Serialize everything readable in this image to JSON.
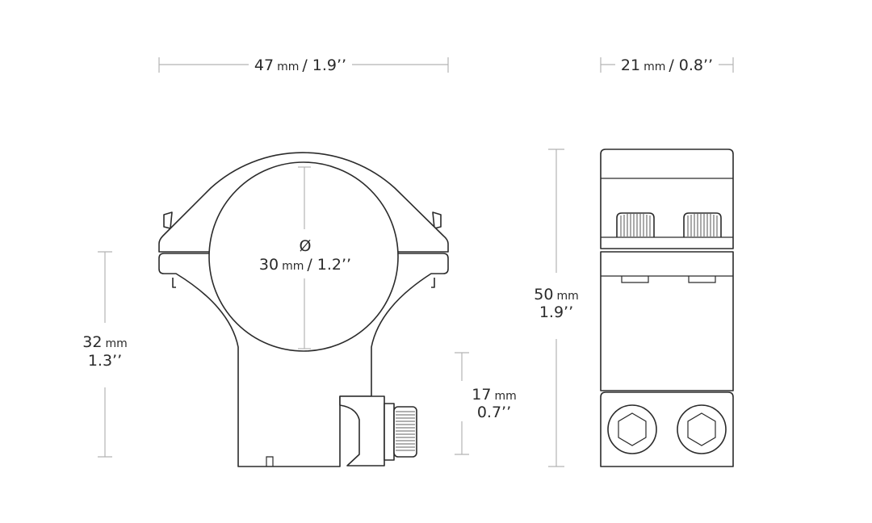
{
  "dimensions": {
    "front_width": {
      "value": "47",
      "unit": "mm",
      "imperial": "/ 1.9’’"
    },
    "side_width": {
      "value": "21",
      "unit": "mm",
      "imperial": "/ 0.8’’"
    },
    "ring_diameter": {
      "symbol": "Ø",
      "value": "30",
      "unit": "mm",
      "imperial": "/ 1.2’’"
    },
    "center_height": {
      "value": "32",
      "unit": "mm",
      "imperial": "1.3’’"
    },
    "base_height": {
      "value": "17",
      "unit": "mm",
      "imperial": "0.7’’"
    },
    "total_height": {
      "value": "50",
      "unit": "mm",
      "imperial": "1.9’’"
    }
  },
  "colors": {
    "outline": "#2b2b2b",
    "dimension_line": "#b3b3b3",
    "text": "#2a2a2a",
    "background": "#ffffff"
  }
}
